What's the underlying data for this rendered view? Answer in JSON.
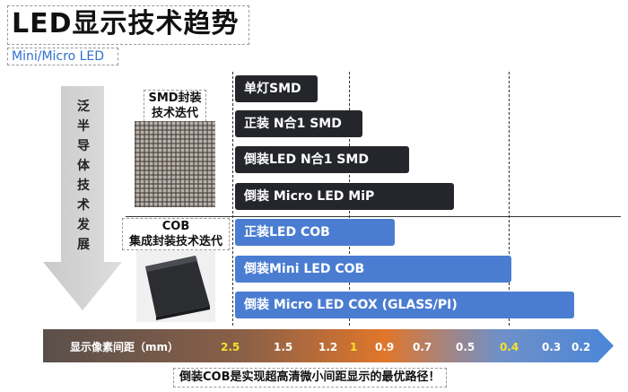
{
  "title": "LED显示技术趋势",
  "subtitle": "Mini/Micro LED",
  "arrow_text": "泛半导体技术发展",
  "smd_caption": [
    "SMD封装",
    "技术迭代"
  ],
  "cob_caption": [
    "COB",
    "集成封装技术迭代"
  ],
  "bars": [
    {
      "label": "单灯SMD",
      "type": "dark"
    },
    {
      "label": "正装 N合1 SMD",
      "type": "dark"
    },
    {
      "label": "倒装LED N合1 SMD",
      "type": "dark"
    },
    {
      "label": "倒装 Micro LED MiP",
      "type": "dark"
    },
    {
      "label": "正装LED COB",
      "type": "blue"
    },
    {
      "label": "倒装Mini  LED COB",
      "type": "blue"
    },
    {
      "label": "倒装 Micro LED COX (GLASS/PI)",
      "type": "blue"
    }
  ],
  "scale": {
    "label": "显示像素间距（mm）",
    "ticks": [
      "2.5",
      "1.5",
      "1.2",
      "1",
      "0.9",
      "0.7",
      "0.5",
      "0.4",
      "0.3",
      "0.2"
    ],
    "highlight_color": "#f5e12a",
    "normal_color": "#ffffff"
  },
  "footer": "倒装COB是实现超高清微小间距显示的最优路径！",
  "colors": {
    "dark_bar": "#24262b",
    "blue_bar": "#4a7dd1",
    "accent": "#2f6fd0"
  }
}
